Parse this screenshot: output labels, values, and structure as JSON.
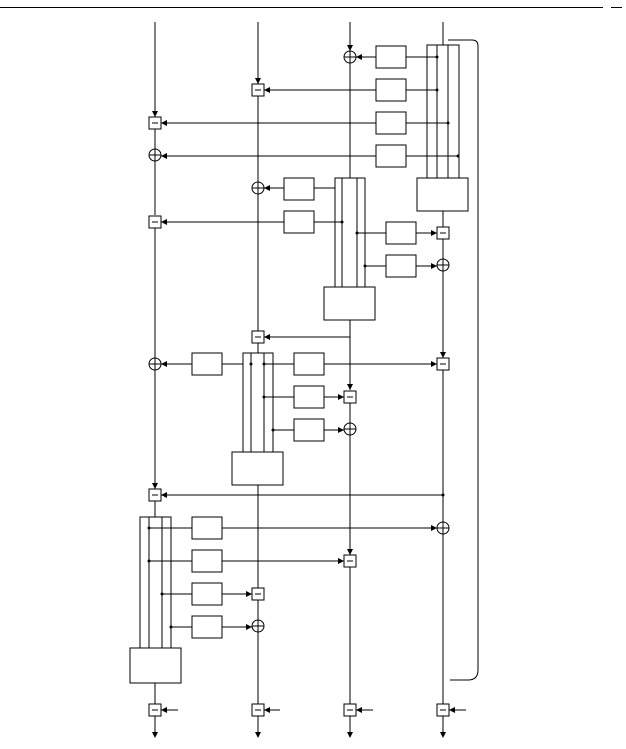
{
  "diagram": {
    "type": "signal-flow block diagram",
    "header_rule": true,
    "page_mark": "",
    "operator_symbols": {
      "add": "oplus",
      "subtract": "ominus"
    }
  }
}
